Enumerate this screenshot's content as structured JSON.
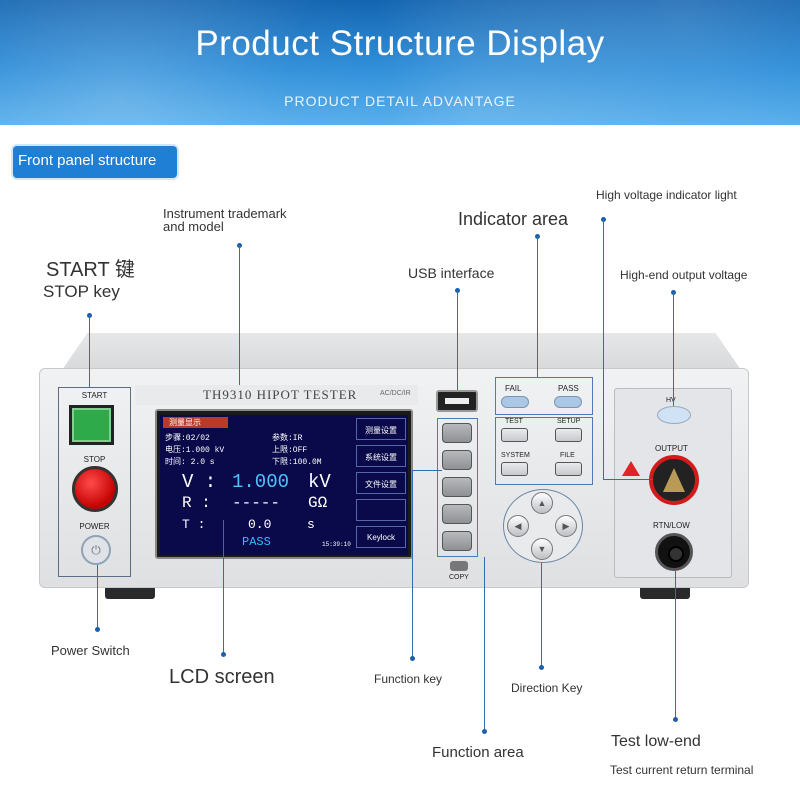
{
  "banner": {
    "title": "Product Structure Display",
    "subtitle": "PRODUCT DETAIL ADVANTAGE"
  },
  "section_tag": "Front panel structure",
  "callouts": {
    "trademark": "Instrument trademark\nand model",
    "indicator_area": "Indicator area",
    "hv_light": "High voltage indicator light",
    "start_key": "START 键",
    "stop_key": "STOP key",
    "usb": "USB interface",
    "hv_output": "High-end output voltage",
    "power_switch": "Power Switch",
    "lcd": "LCD screen",
    "function_key": "Function key",
    "direction_key": "Direction Key",
    "function_area": "Function area",
    "test_low": "Test low-end",
    "test_return": "Test current return terminal"
  },
  "device": {
    "model": "TH9310  HIPOT  TESTER",
    "model_tag": "AC/DC/IR",
    "start": "START",
    "stop": "STOP",
    "power": "POWER",
    "copy": "COPY",
    "fail": "FAIL",
    "pass": "PASS",
    "test": "TEST",
    "setup": "SETUP",
    "system": "SYSTEM",
    "file": "FILE",
    "hv": "HV",
    "output": "OUTPUT",
    "rtn_low": "RTN/LOW"
  },
  "lcd": {
    "header": "测量显示",
    "step": "步骤:02/02",
    "param": "参数:IR",
    "voltage": "电压:1.000 kV",
    "upper": "上限:OFF",
    "time": "时间:  2.0 s",
    "lower": "下限:100.0M",
    "v_label": "V  :",
    "v_value": "1.000",
    "v_unit": "kV",
    "r_label": "R  :",
    "r_value": "-----",
    "r_unit": "GΩ",
    "t_label": "T  :",
    "t_value": "0.0",
    "t_unit": "s",
    "status": "PASS",
    "clock": "15:39:10",
    "menu": [
      "测量设置",
      "系统设置",
      "文件设置",
      "",
      "Keylock"
    ]
  },
  "colors": {
    "accent": "#1e7fd4",
    "lead_line": "#2b6fb6",
    "pass": "#2fbcff"
  }
}
